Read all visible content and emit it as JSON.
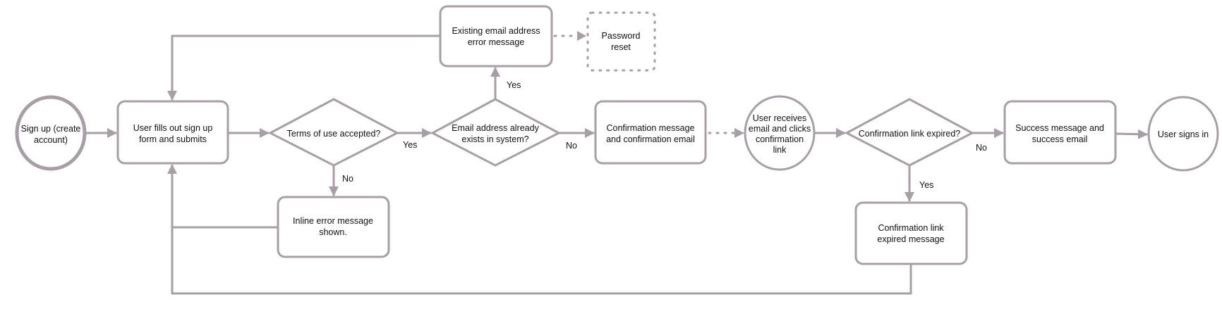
{
  "colors": {
    "stroke": "#a89ea6",
    "text": "#111111"
  },
  "nodes": {
    "signup": [
      "Sign up (create",
      "account)"
    ],
    "fill_form": [
      "User fills out sign up",
      "form and submits"
    ],
    "terms": [
      "Terms of use accepted?"
    ],
    "email_exists": [
      "Email address already",
      "exists in system?"
    ],
    "existing_error": [
      "Existing email address",
      "error message"
    ],
    "password_reset": [
      "Password",
      "reset"
    ],
    "inline_error": [
      "Inline error message",
      "shown."
    ],
    "confirmation": [
      "Confirmation message",
      "and confirmation email"
    ],
    "user_receives": [
      "User receives",
      "email and clicks",
      "confirmation",
      "link"
    ],
    "link_expired": [
      "Confirmation link expired?"
    ],
    "success": [
      "Success message and",
      "success email"
    ],
    "signs_in": [
      "User signs in"
    ],
    "expired_msg": [
      "Confirmation link",
      "expired message"
    ]
  },
  "edge_labels": {
    "terms_yes": "Yes",
    "terms_no": "No",
    "exists_yes": "Yes",
    "exists_no": "No",
    "expired_no": "No",
    "expired_yes": "Yes"
  }
}
